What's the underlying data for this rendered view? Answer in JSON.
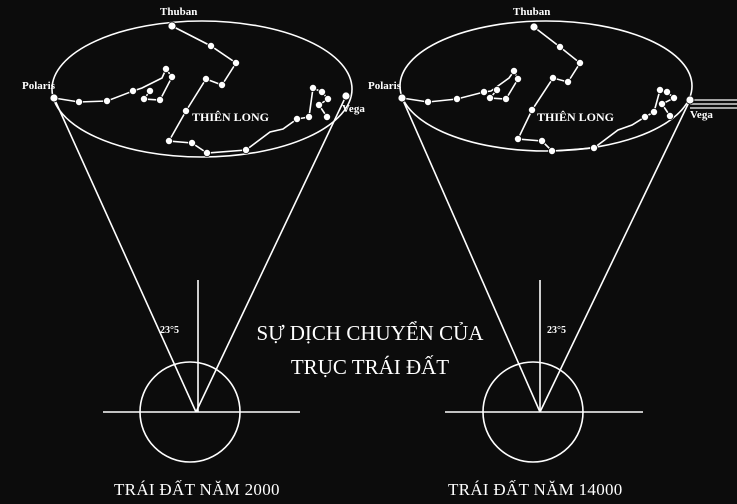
{
  "caption": {
    "line1": "SỰ DỊCH CHUYỂN CỦA",
    "line2": "TRỤC TRÁI ĐẤT"
  },
  "left_panel": {
    "star_top": "Thuban",
    "star_left": "Polaris",
    "star_right": "Vega",
    "constellation": "THIÊN LONG",
    "angle": "23°5",
    "footer": "TRÁI ĐẤT NĂM 2000"
  },
  "right_panel": {
    "star_top": "Thuban",
    "star_left": "Polaris",
    "star_right": "Vega",
    "constellation": "THIÊN LONG",
    "angle": "23°5",
    "footer": "TRÁI ĐẤT NĂM 14000"
  },
  "colors": {
    "background": "#0c0c0c",
    "lines": "#ffffff"
  }
}
